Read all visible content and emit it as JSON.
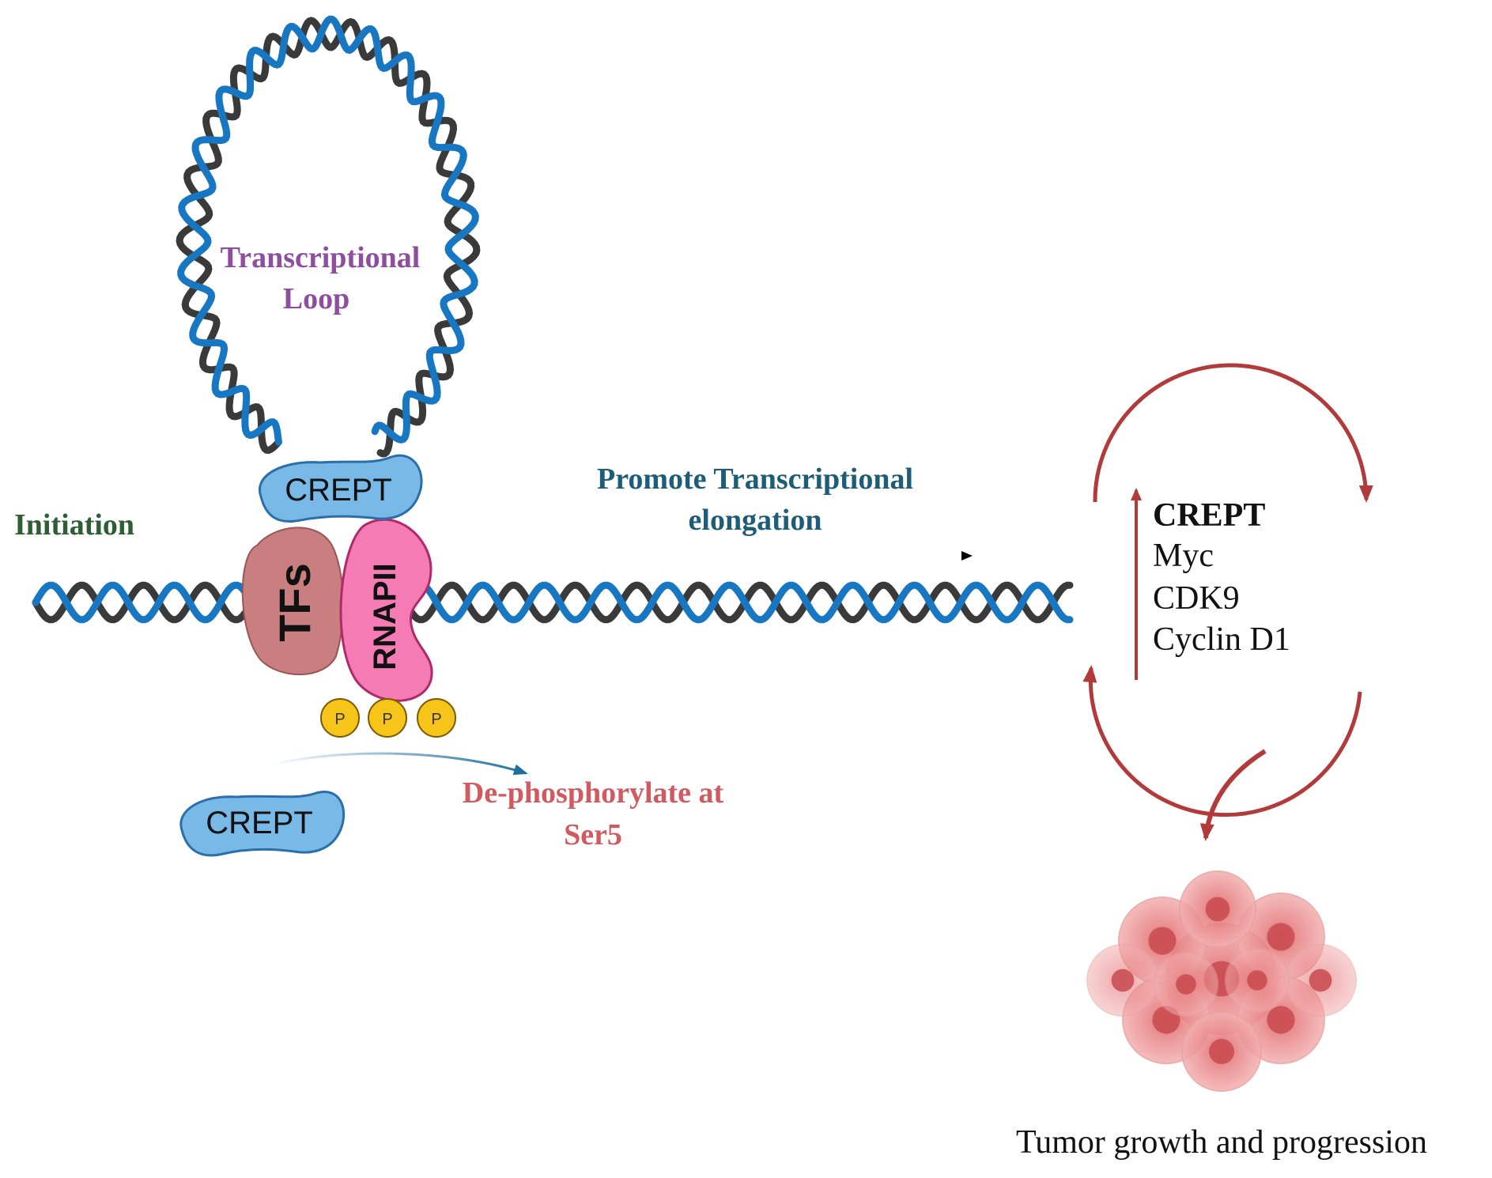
{
  "labels": {
    "loop_line1": "Transcriptional",
    "loop_line2": "Loop",
    "initiation": "Initiation",
    "crept_top": "CREPT",
    "tfs": "TFs",
    "rnapii": "RNAPII",
    "phospho": "P",
    "crept_free": "CREPT",
    "dephos_line1": "De-phosphorylate at",
    "dephos_line2": "Ser5",
    "promote_line1": "Promote Transcriptional",
    "promote_line2": "elongation",
    "gene_list": [
      "CREPT",
      "Myc",
      "CDK9",
      "Cyclin D1"
    ],
    "tumor": "Tumor growth and progression"
  },
  "colors": {
    "dna_blue": "#1777c2",
    "dna_black": "#3a3a3a",
    "crept_fill": "#79b9e8",
    "crept_stroke": "#2a6fa8",
    "tfs_fill": "#c97f7f",
    "rnapii_fill": "#f47bb3",
    "rnapii_stroke": "#b02a6b",
    "phospho_fill": "#f7c51a",
    "loop_text": "#8e4d9e",
    "initiation_text": "#2e5e33",
    "promote_text": "#1d5d77",
    "dephos_text": "#d05a5f",
    "cycle_arrow": "#b33a3a",
    "tumor_cell": "#e07878"
  }
}
